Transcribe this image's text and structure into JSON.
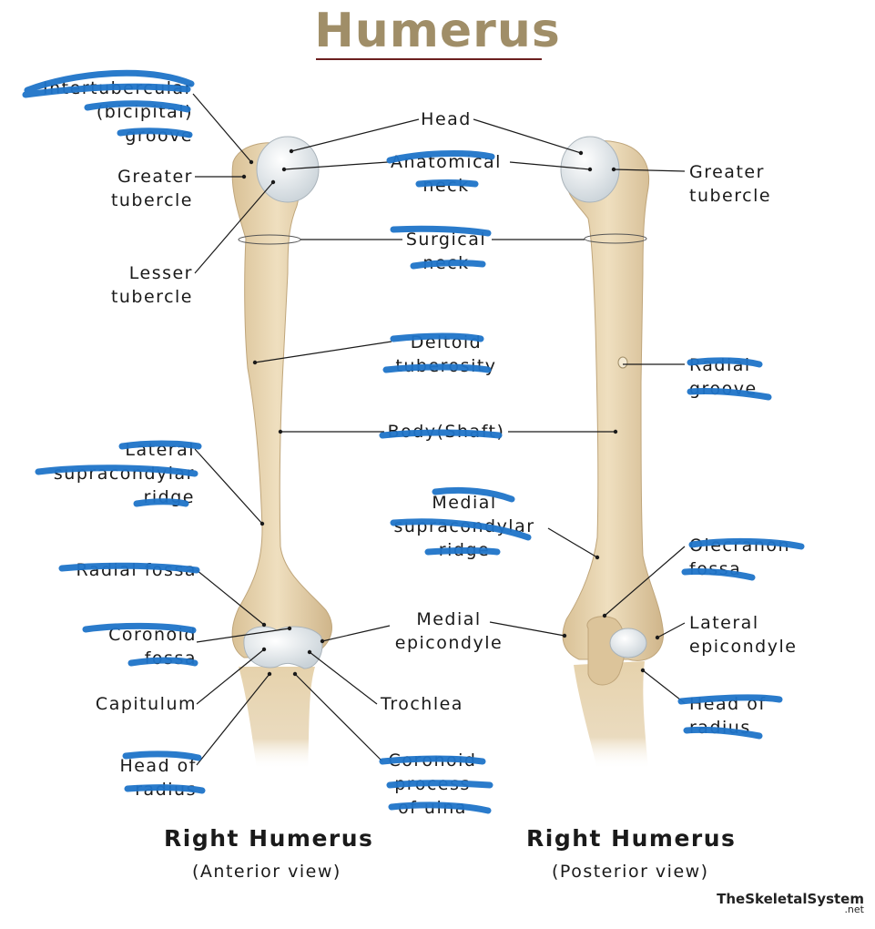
{
  "title": "Humerus",
  "labels": {
    "intertubercular_groove": [
      "Intertubercular",
      "(bicipital)",
      "groove"
    ],
    "greater_tubercle_left": [
      "Greater",
      "tubercle"
    ],
    "lesser_tubercle": [
      "Lesser",
      "tubercle"
    ],
    "lateral_supracondylar_ridge": [
      "Lateral",
      "supracondylar",
      "ridge"
    ],
    "radial_fossa": [
      "Radial fossa"
    ],
    "coronoid_fossa": [
      "Coronoid",
      "fossa"
    ],
    "capitulum": [
      "Capitulum"
    ],
    "head_of_radius_left": [
      "Head of",
      "radius"
    ],
    "head": [
      "Head"
    ],
    "anatomical_neck": [
      "Anatomical",
      "neck"
    ],
    "surgical_neck": [
      "Surgical",
      "neck"
    ],
    "deltoid_tuberosity": [
      "Deltoid",
      "tuberosity"
    ],
    "body_shaft": [
      "Body(Shaft)"
    ],
    "medial_supracondylar_ridge": [
      "Medial",
      "supracondylar",
      "ridge"
    ],
    "medial_epicondyle": [
      "Medial",
      "epicondyle"
    ],
    "trochlea": [
      "Trochlea"
    ],
    "coronoid_process": [
      "Coronoid",
      "process",
      "of ulna"
    ],
    "greater_tubercle_right": [
      "Greater",
      "tubercle"
    ],
    "radial_groove": [
      "Radial",
      "groove"
    ],
    "olecranon_fossa": [
      "Olecranon",
      "fossa"
    ],
    "lateral_epicondyle": [
      "Lateral",
      "epicondyle"
    ],
    "head_of_radius_right": [
      "Head of",
      "radius"
    ]
  },
  "views": {
    "anterior": {
      "title": "Right Humerus",
      "subtitle": "(Anterior view)"
    },
    "posterior": {
      "title": "Right Humerus",
      "subtitle": "(Posterior view)"
    }
  },
  "brand": {
    "name": "TheSkeletalSystem",
    "suffix": ".net"
  },
  "colors": {
    "bone": "#e8d5b0",
    "bone_shadow": "#cdb48a",
    "cartilage": "#dfe6ea",
    "title": "#a08e68",
    "redaction_marker": "#1f74c9",
    "leader_line": "#1a1a1a"
  }
}
